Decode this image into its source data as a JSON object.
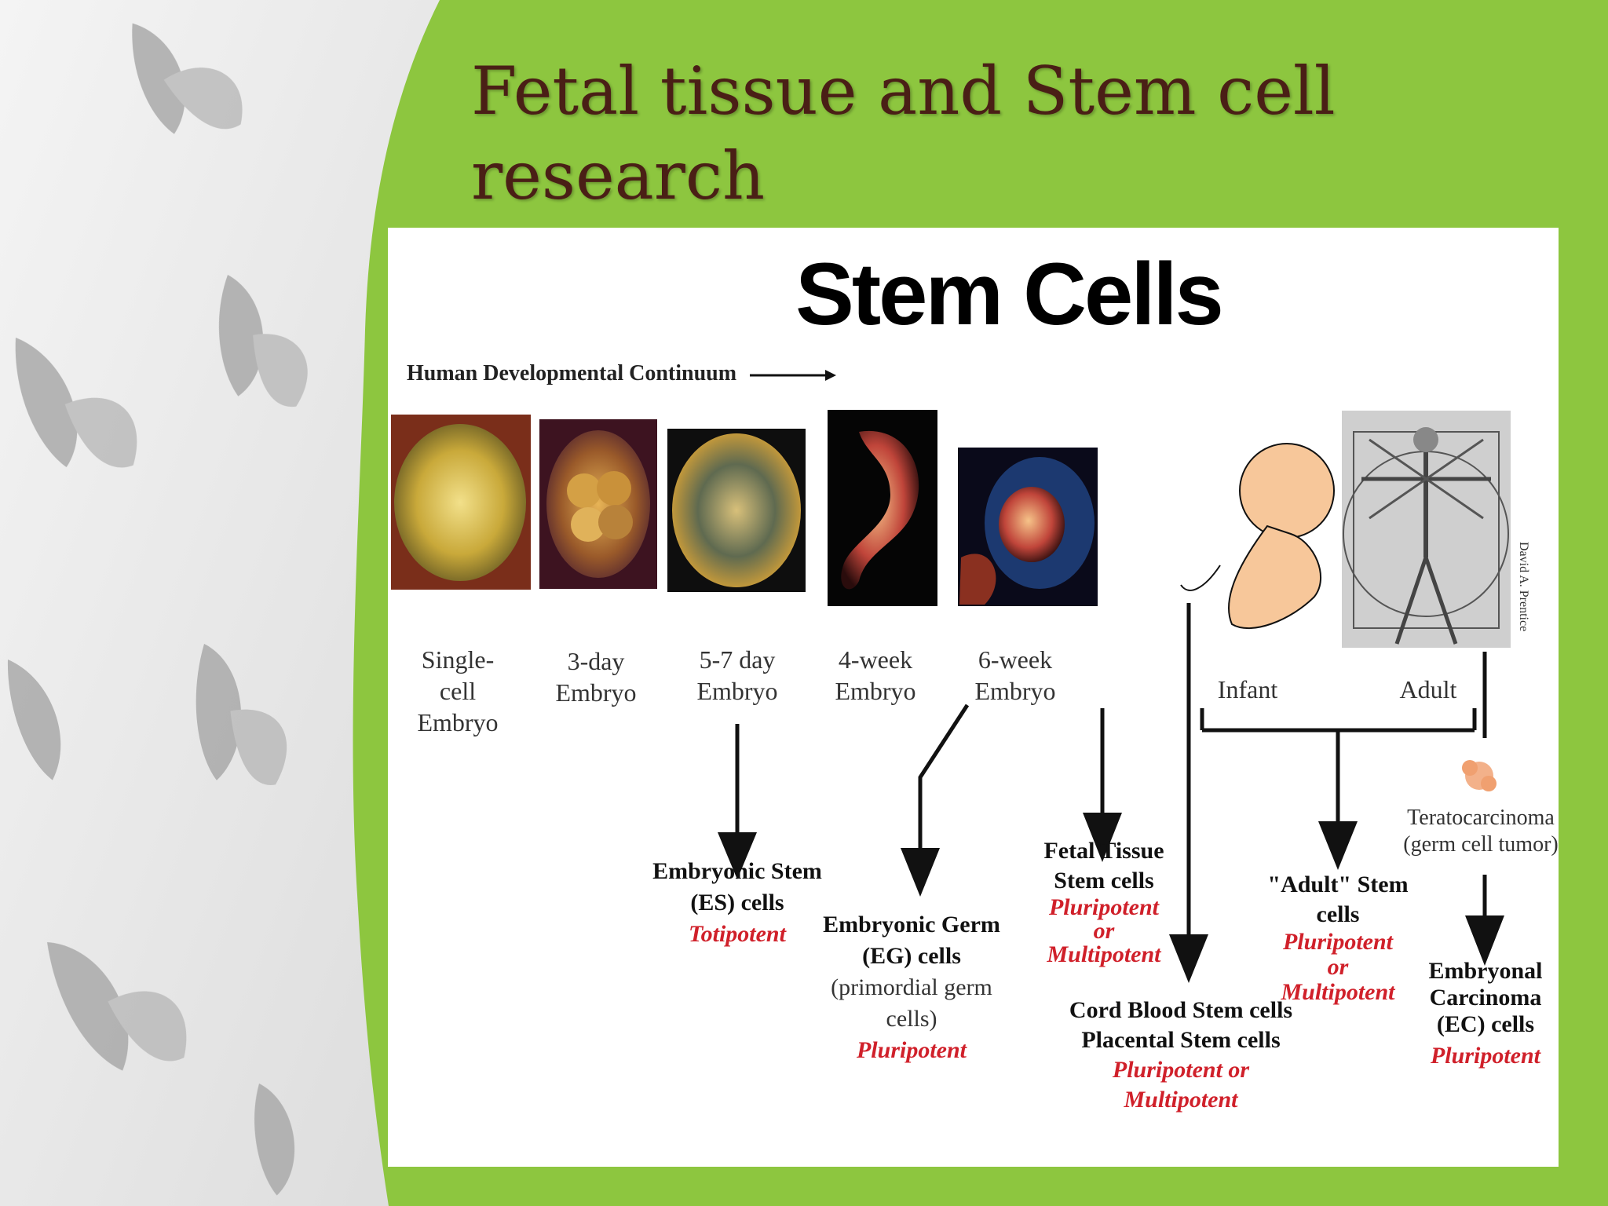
{
  "slide": {
    "title": "Fetal tissue and Stem cell research",
    "background_color": "#8dc63f",
    "title_color": "#4a1f16"
  },
  "diagram": {
    "heading": "Stem Cells",
    "continuum_label": "Human Developmental Continuum",
    "credit": "David A. Prentice",
    "stages": [
      {
        "line1": "Single-cell",
        "line2": "Embryo",
        "icon": "single-cell-embryo-image"
      },
      {
        "line1": "3-day",
        "line2": "Embryo",
        "icon": "three-day-embryo-image"
      },
      {
        "line1": "5-7 day",
        "line2": "Embryo",
        "icon": "blastocyst-image"
      },
      {
        "line1": "4-week",
        "line2": "Embryo",
        "icon": "four-week-embryo-image"
      },
      {
        "line1": "6-week",
        "line2": "Embryo",
        "icon": "six-week-embryo-image"
      },
      {
        "line1": "Infant",
        "line2": "",
        "icon": "infant-drawing"
      },
      {
        "line1": "Adult",
        "line2": "",
        "icon": "vitruvian-man-drawing"
      }
    ],
    "teratocarcinoma": {
      "line1": "Teratocarcinoma",
      "line2": "(germ cell tumor)"
    },
    "cell_types": [
      {
        "lines": [
          "Embryonic Stem",
          "(ES) cells"
        ],
        "potency": [
          "Totipotent"
        ]
      },
      {
        "lines": [
          "Embryonic Germ",
          "(EG) cells"
        ],
        "sub": "(primordial germ cells)",
        "potency": [
          "Pluripotent"
        ]
      },
      {
        "lines": [
          "Fetal Tissue",
          "Stem cells"
        ],
        "potency": [
          "Pluripotent",
          "or",
          "Multipotent"
        ]
      },
      {
        "lines": [
          "Cord Blood Stem cells",
          "Placental Stem cells"
        ],
        "potency": [
          "Pluripotent or Multipotent"
        ]
      },
      {
        "lines": [
          "\"Adult\" Stem cells"
        ],
        "potency": [
          "Pluripotent",
          "or",
          "Multipotent"
        ]
      },
      {
        "lines": [
          "Embryonal",
          "Carcinoma",
          "(EC) cells"
        ],
        "potency": [
          "Pluripotent"
        ]
      }
    ]
  }
}
